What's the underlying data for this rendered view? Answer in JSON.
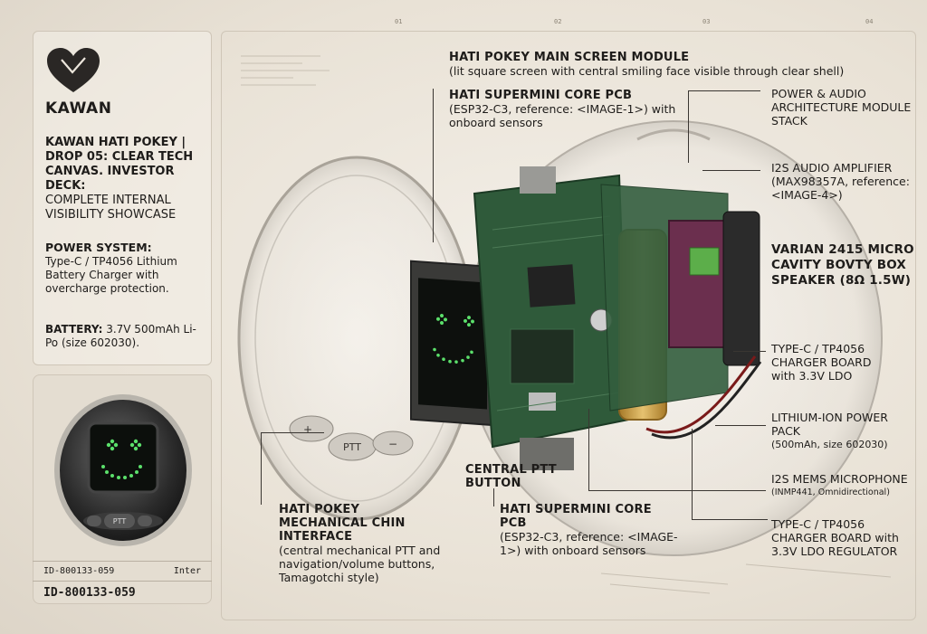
{
  "brand": {
    "name": "KAWAN",
    "logo_icon": "heart-icon"
  },
  "deck": {
    "title": "KAWAN HATI POKEY | DROP 05: CLEAR TECH CANVAS. INVESTOR DECK:",
    "subtitle": "COMPLETE INTERNAL VISIBILITY SHOWCASE"
  },
  "power_system": {
    "heading": "POWER SYSTEM:",
    "body": "Type-C / TP4056 Lithium Battery Charger with overcharge protection."
  },
  "battery": {
    "heading": "BATTERY:",
    "body": "3.7V 500mAh Li-Po (size 602030)."
  },
  "thumbnail": {
    "button_label": "PTT",
    "id_small": "ID-800133-059",
    "id_tag": "Inter",
    "id_large": "ID-800133-059"
  },
  "ticks": [
    "01",
    "02",
    "03",
    "04"
  ],
  "callouts": {
    "main_screen": {
      "heading": "HATI POKEY MAIN SCREEN MODULE",
      "body": "(lit square screen with central smiling face visible through clear shell)"
    },
    "core_pcb_top": {
      "heading": "HATI SUPERMINI CORE PCB",
      "body": "(ESP32-C3, reference: <IMAGE-1>) with onboard sensors"
    },
    "power_audio": {
      "heading": "POWER & AUDIO ARCHITECTURE MODULE STACK"
    },
    "i2s_amp": {
      "heading": "I2S AUDIO AMPLIFIER",
      "body": "(MAX98357A, reference: <IMAGE-4>)"
    },
    "speaker": {
      "heading": "VARIAN 2415 MICRO CAVITY BOVTY BOX SPEAKER (8Ω 1.5W)"
    },
    "charger_top": {
      "heading": "TYPE-C / TP4056 CHARGER BOARD",
      "body": "with 3.3V LDO"
    },
    "lithium": {
      "heading": "LITHIUM-ION POWER PACK",
      "body": "(500mAh, size 602030)"
    },
    "mems": {
      "heading": "I2S MEMS MICROPHONE",
      "body": "(INMP441, Omnidirectional)"
    },
    "charger_bottom": {
      "heading": "TYPE-C / TP4056 CHARGER BOARD with 3.3V LDO REGULATOR"
    },
    "ptt": {
      "heading": "CENTRAL PTT BUTTON"
    },
    "core_pcb_bottom": {
      "heading": "HATI SUPERMINI CORE PCB",
      "body": "(ESP32-C3, reference: <IMAGE-1>) with onboard sensors"
    },
    "chin": {
      "heading": "HATI POKEY MECHANICAL CHIN INTERFACE",
      "body": "(central mechanical PTT and navigation/volume buttons, Tamagotchi style)"
    }
  },
  "device_buttons": {
    "ptt": "PTT",
    "minus": "−",
    "plus": "+"
  },
  "colors": {
    "background": "#ece6dc",
    "pcb_green": "#2f5a3a",
    "screen_green": "#58e06a",
    "battery_gold": "#c89a3a",
    "amp_purple": "#6b2f4e",
    "terminal_green": "#5cae4a"
  }
}
